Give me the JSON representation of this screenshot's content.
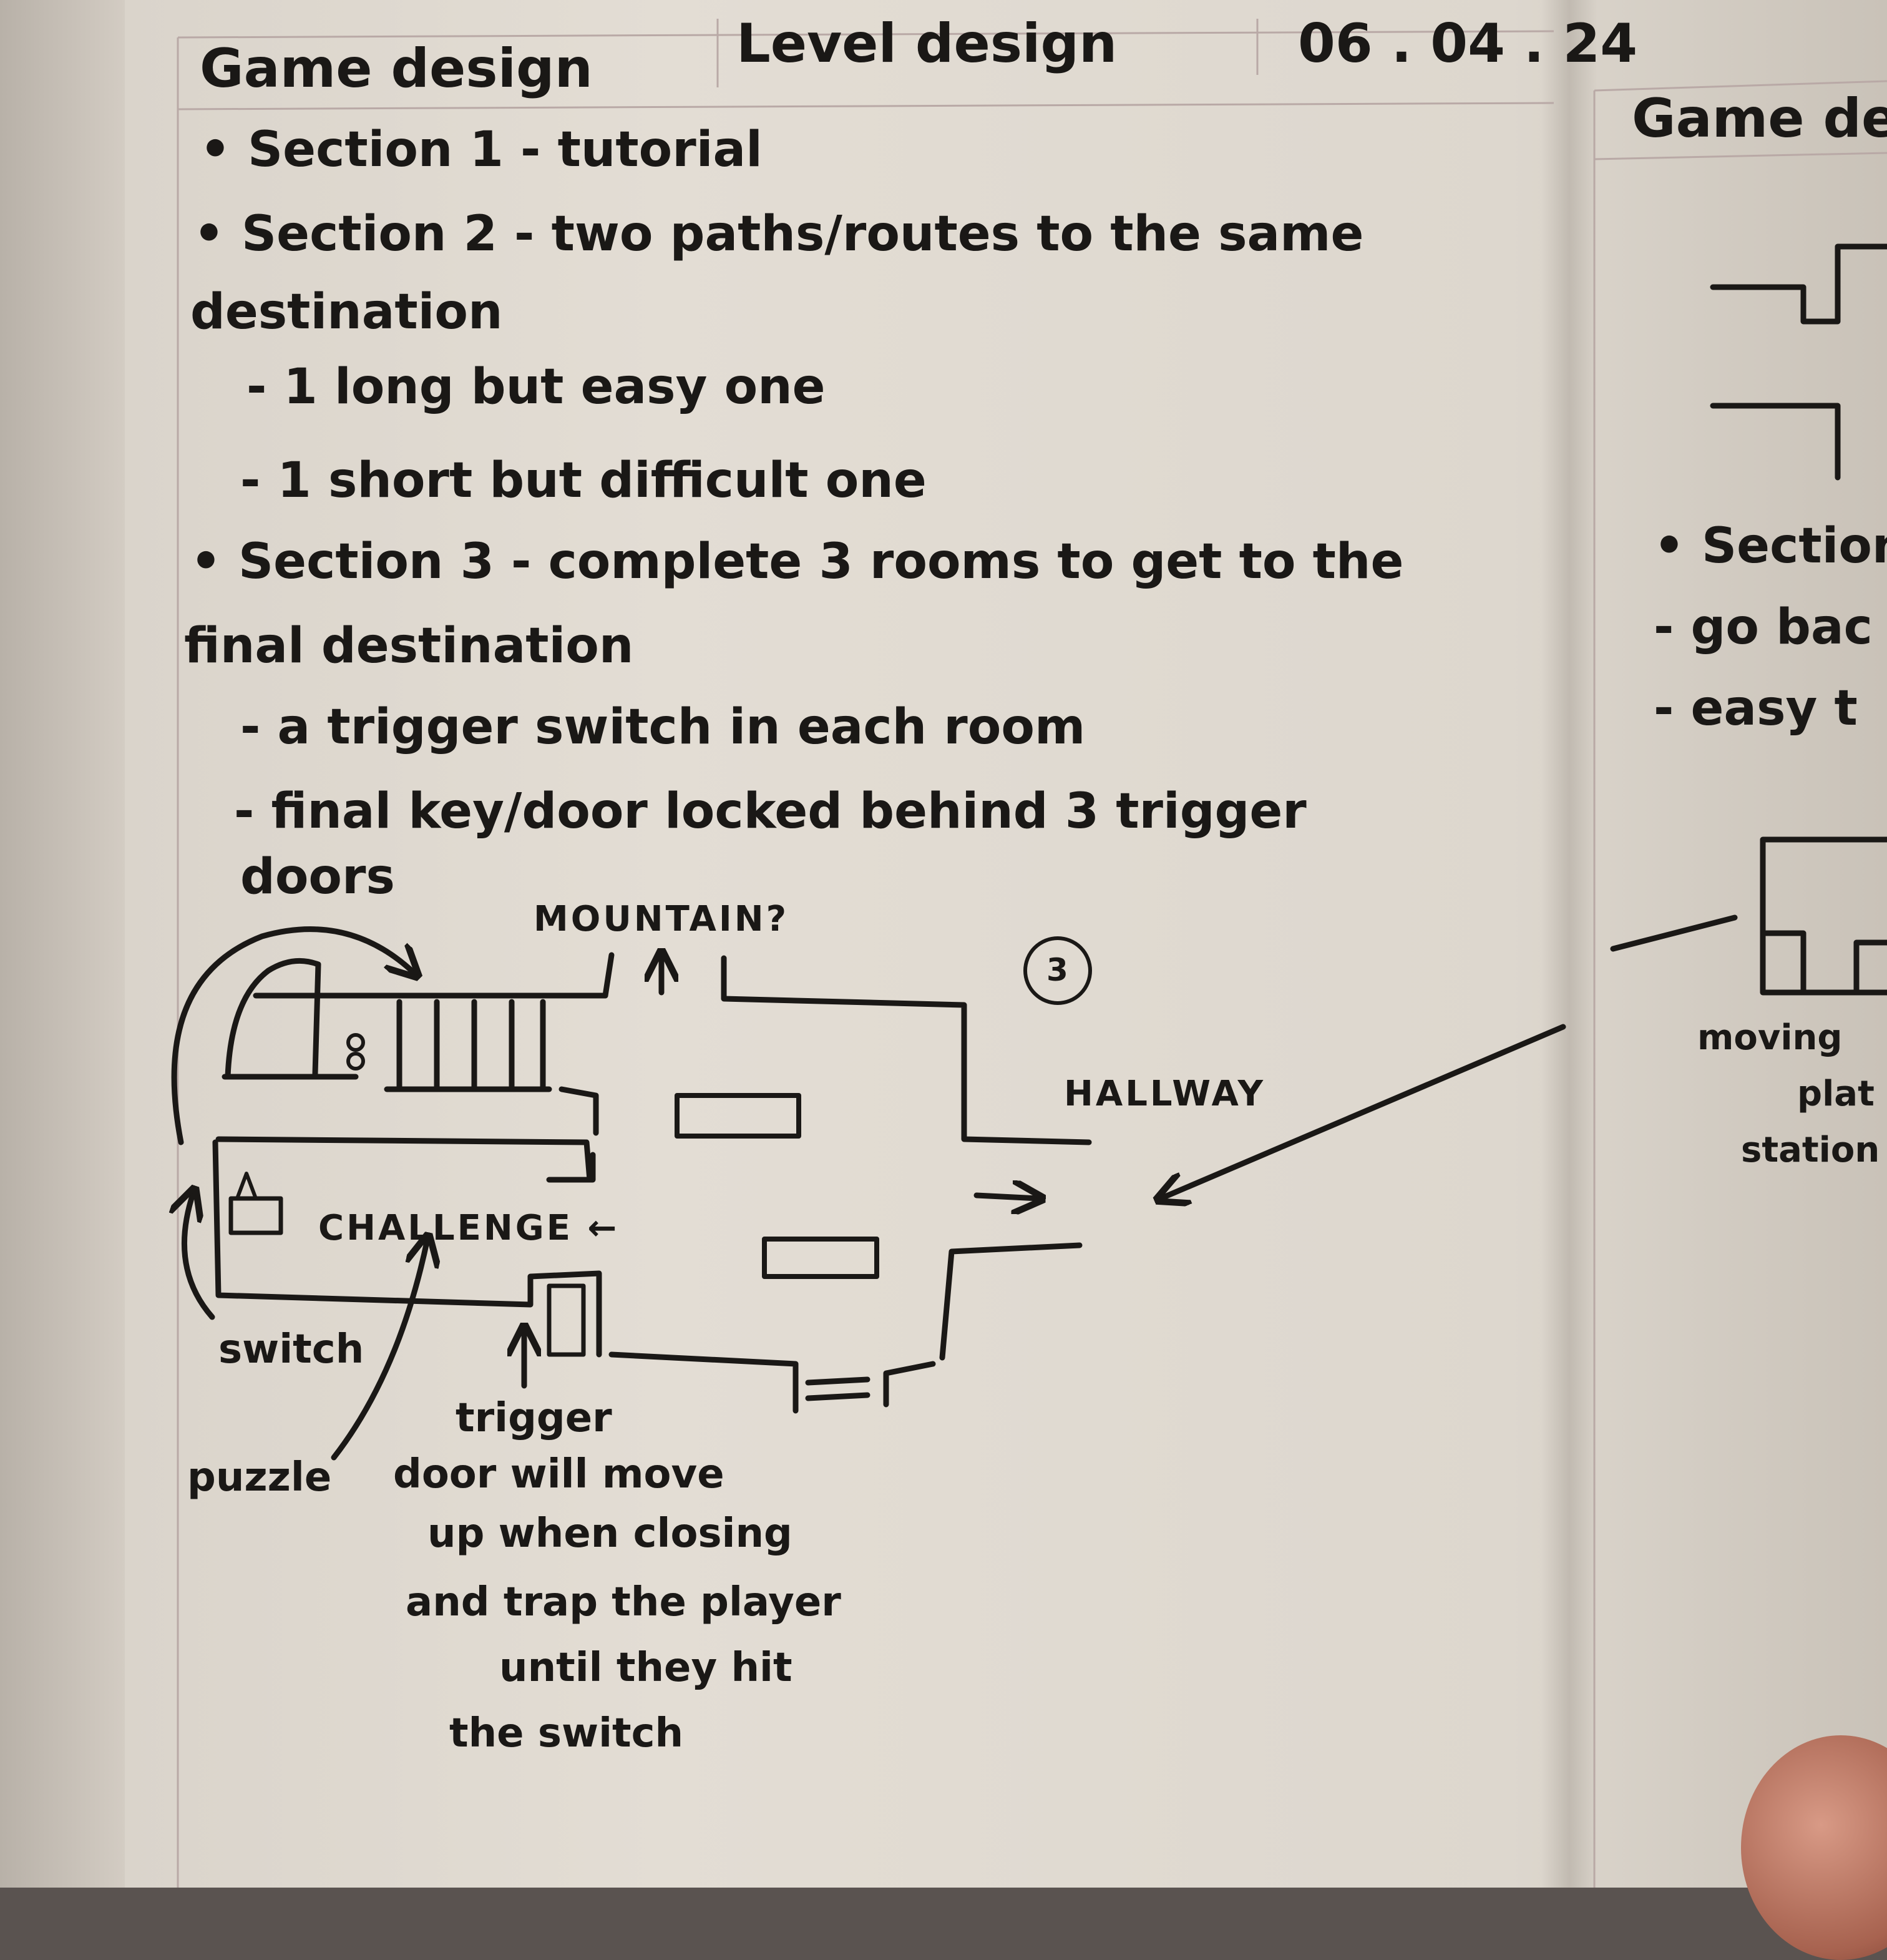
{
  "header": {
    "subject": "Game design",
    "topic": "Level design",
    "date": "06 . 04 . 24"
  },
  "notes": {
    "line1": "• Section 1 - tutorial",
    "line2": "• Section 2 - two paths/routes to the same",
    "line3": "destination",
    "line4": "- 1 long but easy one",
    "line5": "- 1 short but difficult one",
    "line6": "• Section 3 - complete 3 rooms to get to the",
    "line7": "final destination",
    "line8": "- a trigger switch in each room",
    "line9": "- final key/door locked behind 3 trigger",
    "line10": "doors"
  },
  "diagram": {
    "mountain": "MOUNTAIN?",
    "circle_number": "3",
    "hallway": "HALLWAY",
    "challenge": "CHALLENGE ←",
    "switch": "switch",
    "puzzle": "puzzle",
    "trigger_note_1": "trigger",
    "trigger_note_2": "door will move",
    "trigger_note_3": "up when closing",
    "trigger_note_4": "and trap the player",
    "trigger_note_5": "until they hit",
    "trigger_note_6": "the switch"
  },
  "right_page": {
    "header": "Game de",
    "section": "• Section",
    "item1": "- go bac",
    "item2": "- easy t",
    "note1": "moving",
    "note2": "plat",
    "note3": "station"
  }
}
